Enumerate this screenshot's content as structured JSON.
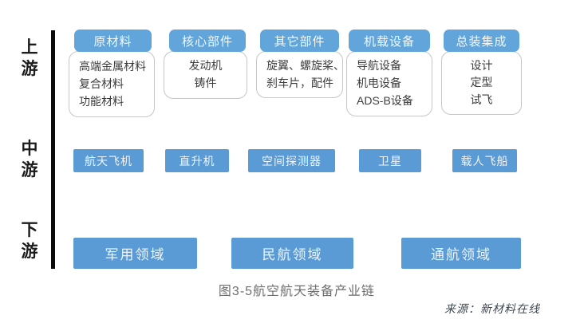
{
  "page": {
    "caption": "图3-5航空航天装备产业链",
    "source": "来源：新材料在线"
  },
  "stages": [
    {
      "label": "上游"
    },
    {
      "label": "中游"
    },
    {
      "label": "下游"
    }
  ],
  "upstream": {
    "columns": [
      {
        "header": "原材料",
        "items": [
          "高端金属材料",
          "复合材料",
          "功能材料"
        ]
      },
      {
        "header": "核心部件",
        "items": [
          "发动机",
          "铸件"
        ]
      },
      {
        "header": "其它部件",
        "items": [
          "旋翼、螺旋桨、",
          "刹车片，配件"
        ]
      },
      {
        "header": "机载设备",
        "items": [
          "导航设备",
          "机电设备",
          "ADS-B设备"
        ]
      },
      {
        "header": "总装集成",
        "items": [
          "设计",
          "定型",
          "试飞"
        ]
      }
    ]
  },
  "midstream": {
    "boxes": [
      "航天飞机",
      "直升机",
      "空间探测器",
      "卫星",
      "载人飞船"
    ]
  },
  "downstream": {
    "boxes": [
      "军用领域",
      "民航领域",
      "通航领域"
    ]
  },
  "colors": {
    "header_blue": "#61a5db",
    "box_blue": "#5b9bd5",
    "rail_black": "#0a0a0a",
    "item_border": "#c6c6c6"
  }
}
